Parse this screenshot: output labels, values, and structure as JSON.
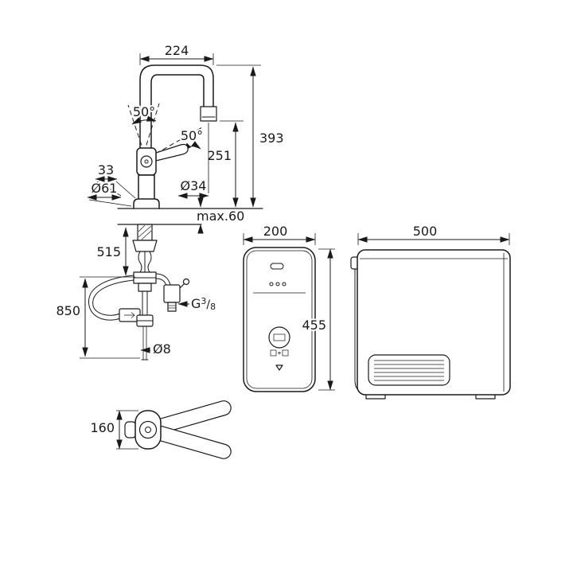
{
  "drawing": {
    "faucet_front": {
      "dim_spout_reach": "224",
      "dim_total_height": "393",
      "dim_outlet_height": "251",
      "angle_handle": "50°",
      "angle_spout": "50°",
      "dim_handle_offset": "33",
      "dim_base_diameter": "Ø61",
      "dim_spout_diameter": "Ø34",
      "dim_deck_thickness": "max.60",
      "dim_hose_upper": "515",
      "dim_hose_total": "850",
      "thread": {
        "g": "G",
        "numerator": "3",
        "slash": "/",
        "denominator": "8"
      },
      "dim_filter_hose_diameter": "Ø8"
    },
    "faucet_top": {
      "dim_swivel_body": "160"
    },
    "cooler_front": {
      "dim_width": "200",
      "dim_height": "455"
    },
    "cooler_side": {
      "dim_depth": "500"
    }
  }
}
